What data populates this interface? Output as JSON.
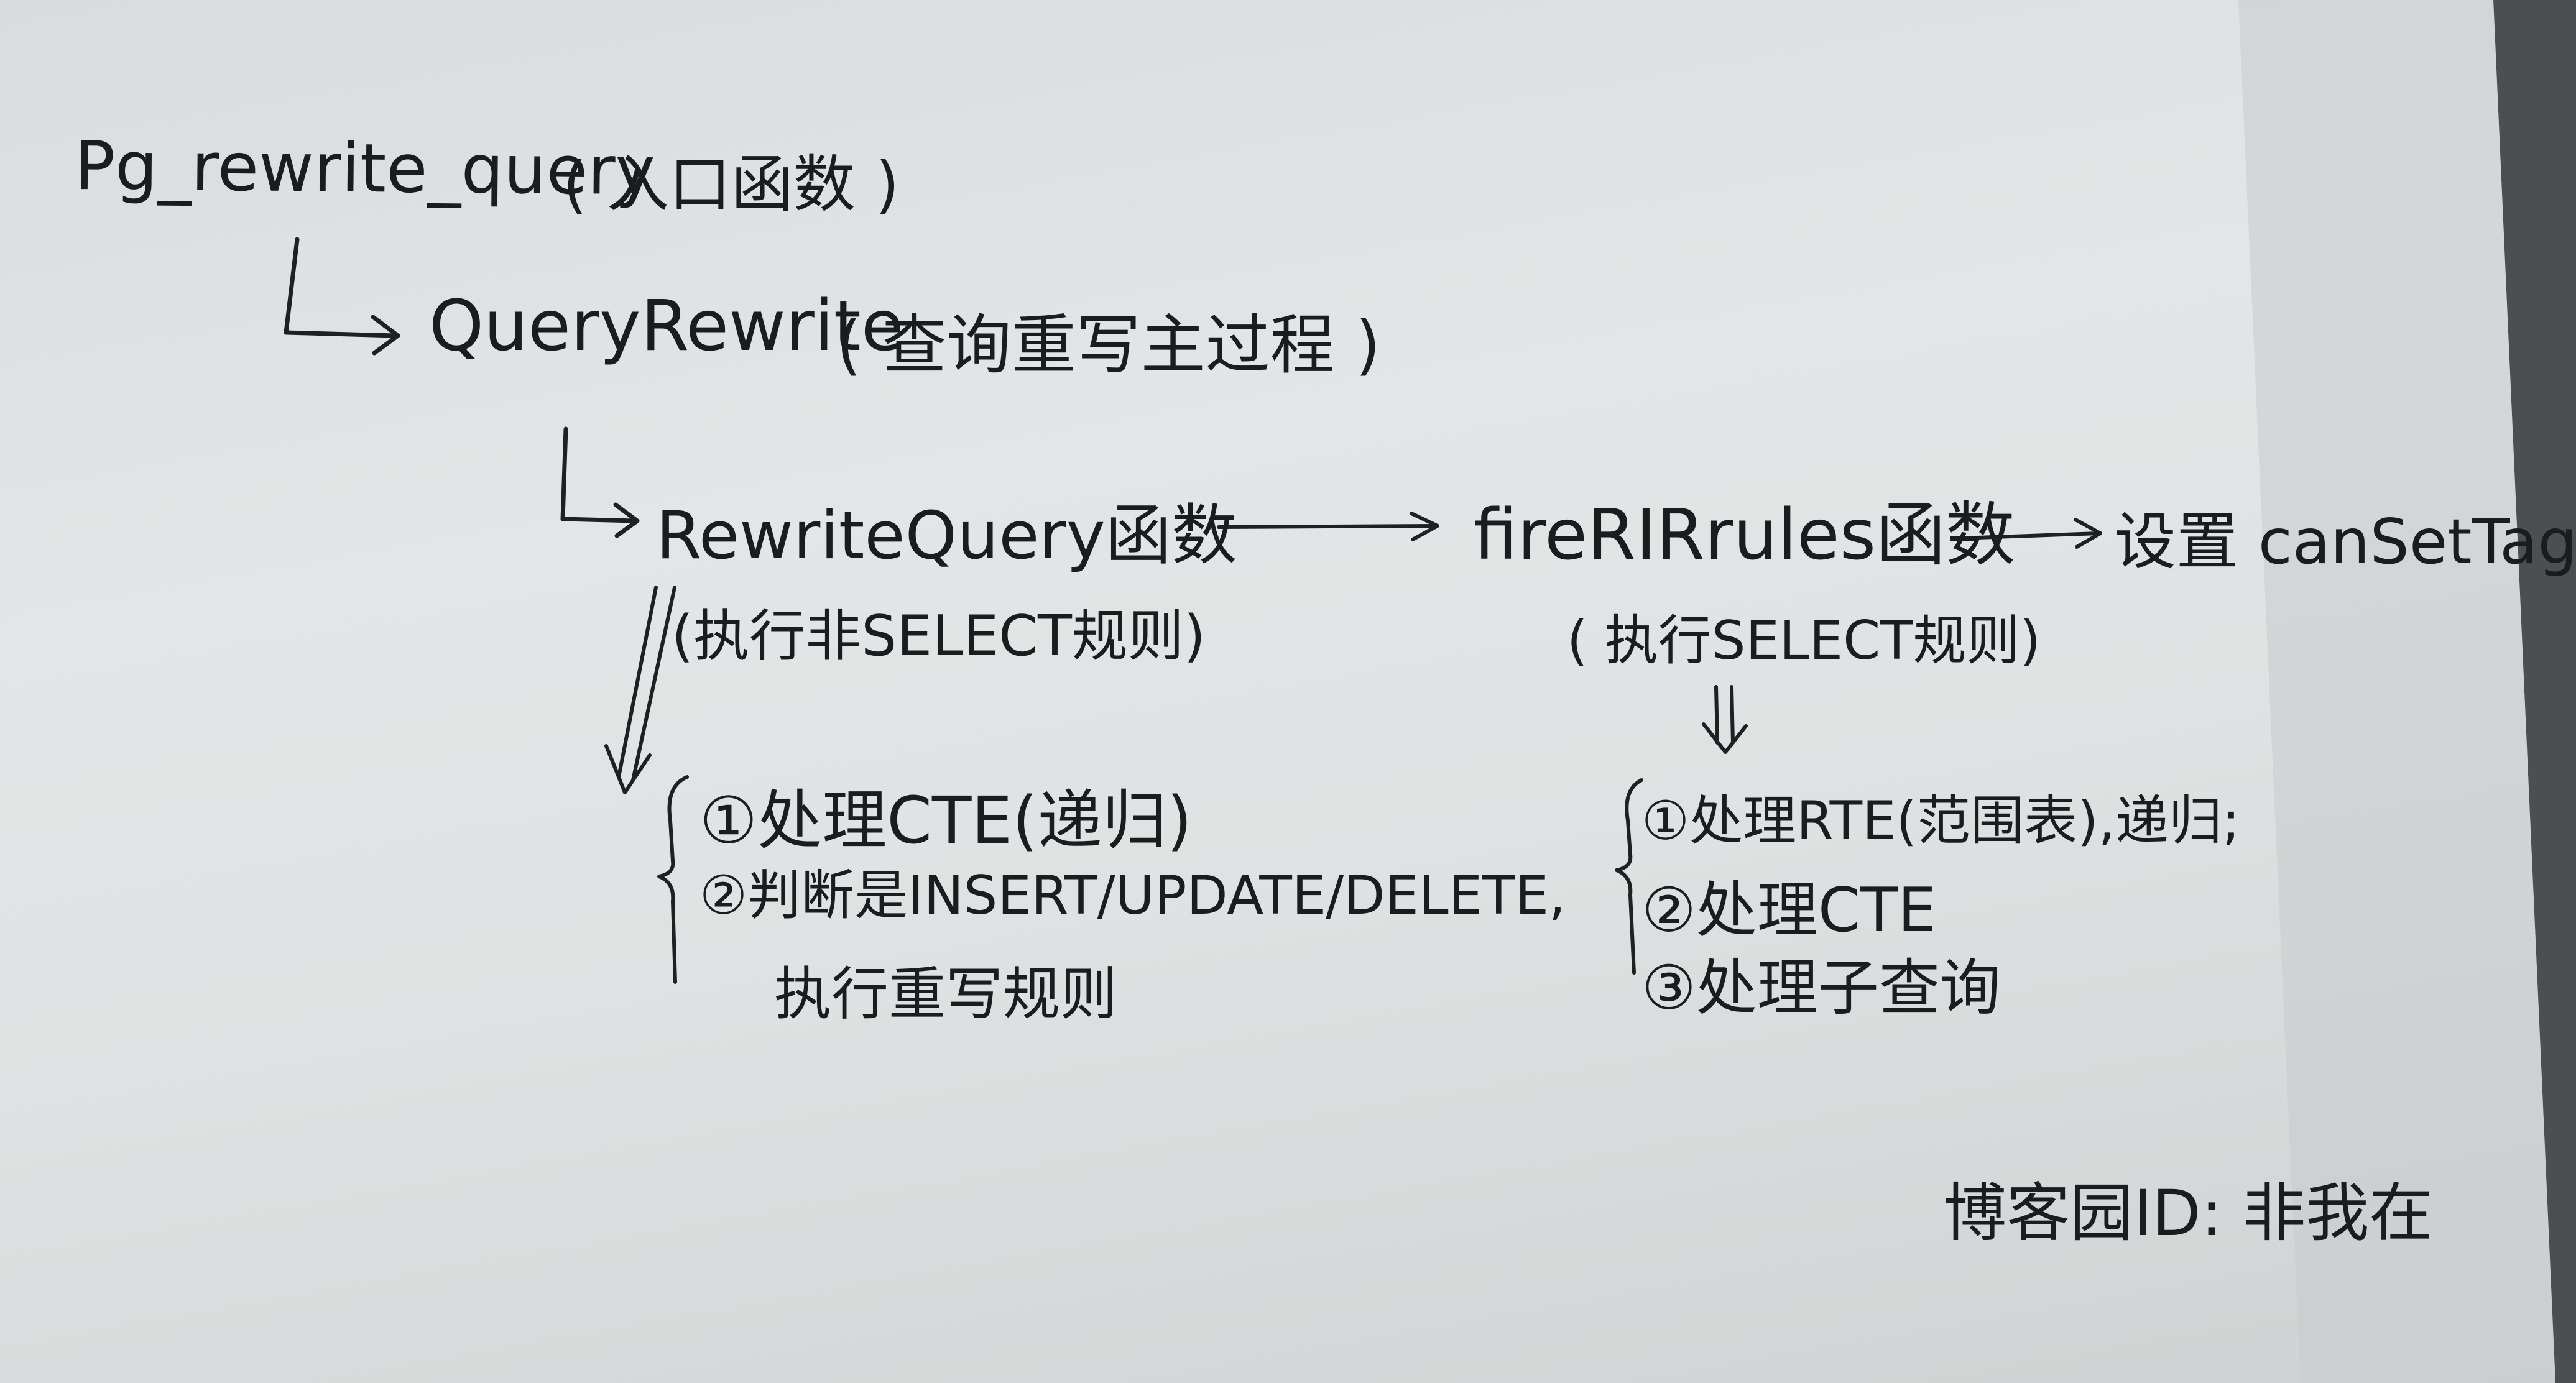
{
  "diagram": {
    "entry": {
      "name": "Pg_rewrite_query",
      "note": "( 入口函数 )"
    },
    "main_process": {
      "name": "QueryRewrite",
      "note": "( 查询重写主过程 )"
    },
    "rewrite_query": {
      "name": "RewriteQuery函数",
      "note": "(执行非SELECT规则)"
    },
    "fire_rir": {
      "name": "fireRIRrules函数",
      "note": "( 执行SELECT规则)"
    },
    "set_tag": {
      "name": "设置 canSetTag"
    },
    "rewrite_query_steps": {
      "step1": "①处理CTE(递归)",
      "step2": "②判断是INSERT/UPDATE/DELETE,",
      "step2_cont": "执行重写规则"
    },
    "fire_rir_steps": {
      "step1": "①处理RTE(范围表),递归;",
      "step2": "②处理CTE",
      "step3": "③处理子查询"
    },
    "signature": "博客园ID: 非我在"
  },
  "colors": {
    "paper": "#e1e3e4",
    "ink": "#1f2024",
    "background": "#5f6064"
  }
}
